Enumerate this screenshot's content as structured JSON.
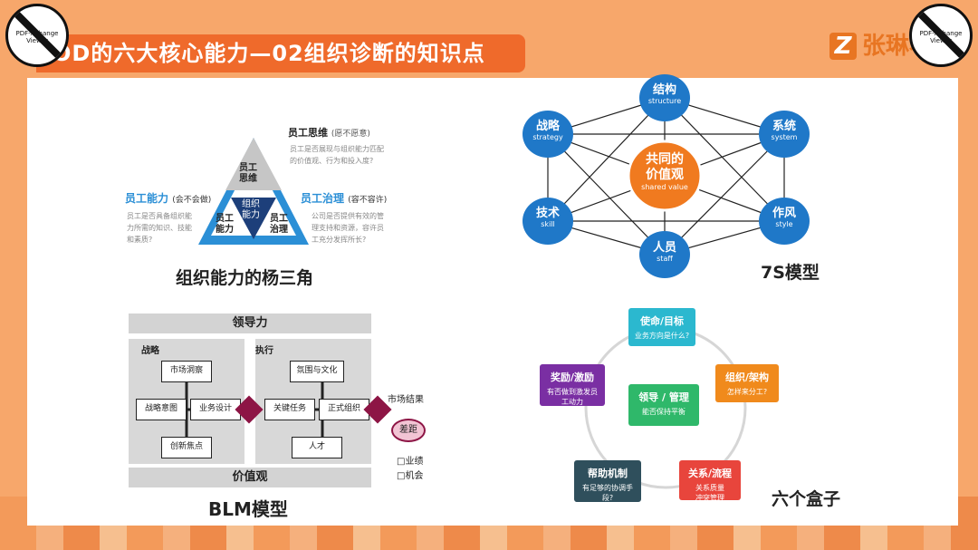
{
  "header": {
    "title": "OD的六大核心能力—02组织诊断的知识点",
    "logo_text": "张琳老师",
    "logo_mark": "Z"
  },
  "watermark": {
    "left_text": "PDF-XChange Viewer",
    "right_text": "PDF-XChange Viewer"
  },
  "triangle": {
    "top_label": "员工思维",
    "top_sub": "(愿不愿意)",
    "top_desc": [
      "员工是否展现与组织能力匹配",
      "的价值观、行为和投入度?"
    ],
    "left_label": "员工能力",
    "left_sub": "(会不会做)",
    "left_desc": [
      "员工是否具备组织能",
      "力所需的知识、技能",
      "和素质?"
    ],
    "right_label": "员工治理",
    "right_sub": "(容不容许)",
    "right_desc": [
      "公司是否提供有效的管",
      "理支持和资源，容许员",
      "工充分发挥所长?"
    ],
    "inner_top": [
      "员工",
      "思维"
    ],
    "inner_center": [
      "组织",
      "能力"
    ],
    "inner_left": [
      "员工",
      "能力"
    ],
    "inner_right": [
      "员工",
      "治理"
    ],
    "caption": "组织能力的杨三角"
  },
  "seven_s": {
    "center_cn": [
      "共同的",
      "价值观"
    ],
    "center_en": "shared value",
    "nodes": {
      "structure": {
        "cn": "结构",
        "en": "structure"
      },
      "strategy": {
        "cn": "战略",
        "en": "strategy"
      },
      "system": {
        "cn": "系统",
        "en": "system"
      },
      "skill": {
        "cn": "技术",
        "en": "skill"
      },
      "style": {
        "cn": "作风",
        "en": "style"
      },
      "staff": {
        "cn": "人员",
        "en": "staff"
      }
    },
    "caption": "7S模型",
    "colors": {
      "node": "#1f78c8",
      "center": "#f07a1f"
    }
  },
  "blm": {
    "top_bar": "领导力",
    "bottom_bar": "价值观",
    "left_title": "战略",
    "right_title": "执行",
    "left_boxes": {
      "top": "市场洞察",
      "left": "战略意图",
      "right": "业务设计",
      "bottom": "创新焦点"
    },
    "right_boxes": {
      "top": "氛围与文化",
      "left": "关键任务",
      "right": "正式组织",
      "bottom": "人才"
    },
    "result_label": "市场结果",
    "gap_label": "差距",
    "gap_items": [
      "□业绩",
      "□机会"
    ],
    "caption": "BLM模型"
  },
  "six_boxes": {
    "mission": {
      "title": "使命/目标",
      "sub": "业务方向是什么?",
      "color": "#2bb8cf"
    },
    "structure": {
      "title": "组织/架构",
      "sub": "怎样来分工?",
      "color": "#f08a1c"
    },
    "relations": {
      "title": "关系/流程",
      "sub": [
        "关系质量",
        "冲突管理"
      ],
      "color": "#e8453c"
    },
    "helpful": {
      "title": "帮助机制",
      "sub": [
        "有足够的协调手",
        "段?"
      ],
      "color": "#2f4f5c"
    },
    "rewards": {
      "title": "奖励/激励",
      "sub": [
        "有否做到激发员",
        "工动力"
      ],
      "color": "#7a2fa3"
    },
    "leadership": {
      "title": "领导 / 管理",
      "sub": "能否保持平衡",
      "color": "#2fb86a"
    },
    "caption": "六个盒子"
  }
}
